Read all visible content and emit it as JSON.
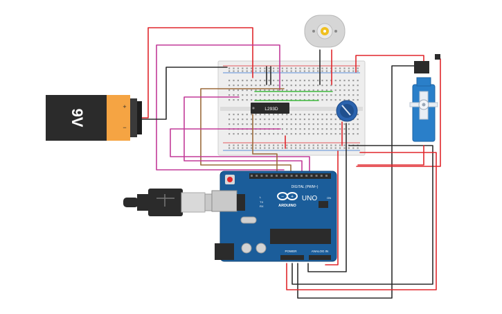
{
  "battery": {
    "label": "9V",
    "plus": "+",
    "minus": "−"
  },
  "ic": {
    "label": "L293D"
  },
  "arduino": {
    "brand": "ARDUINO",
    "model": "UNO",
    "digital_label": "DIGITAL (PWM~)",
    "power_label": "POWER",
    "analog_label": "ANALOG IN",
    "tx_label": "TX",
    "rx_label": "RX",
    "l_label": "L",
    "on_label": "ON"
  },
  "colors": {
    "wire_red": "#e0262b",
    "wire_black": "#2b2b2b",
    "wire_magenta": "#c23a98",
    "wire_brown": "#9b6a3a",
    "wire_green": "#3db83b",
    "board_blue": "#1b5d9a",
    "breadboard": "#eeeeee",
    "servo_blue": "#2a7fc9",
    "battery_orange": "#f5a443",
    "battery_black": "#2b2b2b"
  }
}
